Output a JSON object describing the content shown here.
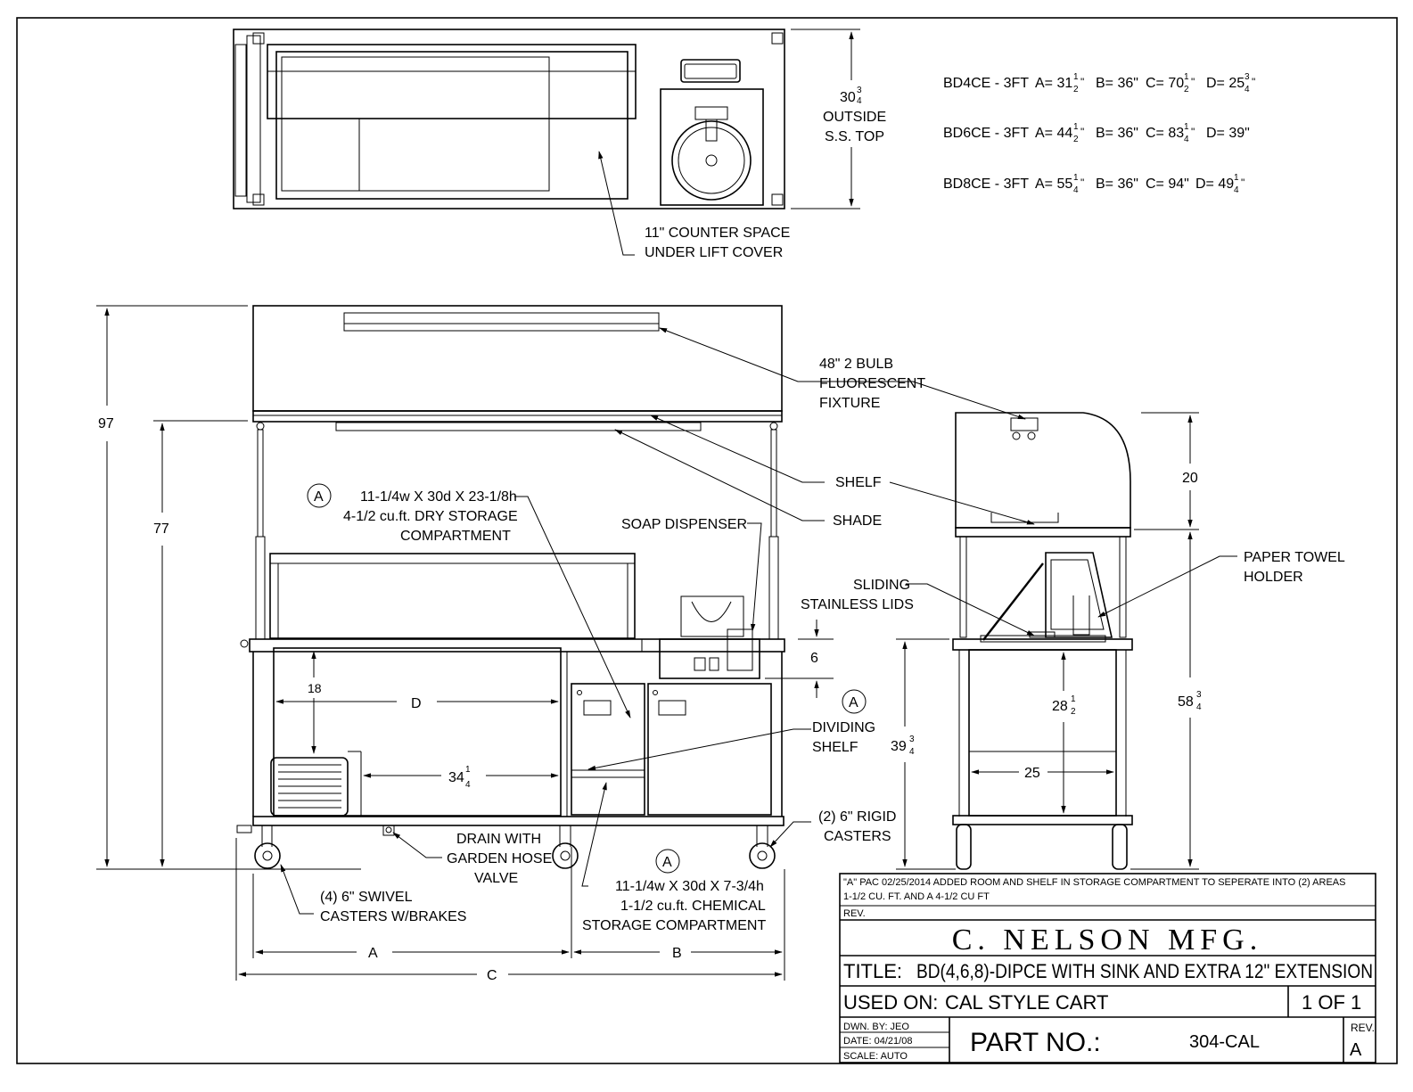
{
  "variants": [
    {
      "model": "BD4CE -  3FT",
      "a": "A= 31",
      "a_num": "1",
      "a_den": "2",
      "a_mark": "\"",
      "b": "B= 36\"",
      "c": "C= 70",
      "c_num": "1",
      "c_den": "2",
      "c_mark": "\"",
      "d": "D= 25",
      "d_num": "3",
      "d_den": "4",
      "d_mark": "\""
    },
    {
      "model": "BD6CE -  3FT",
      "a": "A= 44",
      "a_num": "1",
      "a_den": "2",
      "a_mark": "\"",
      "b": "B= 36\"",
      "c": "C= 83",
      "c_num": "1",
      "c_den": "4",
      "c_mark": "\"",
      "d": "D= 39\""
    },
    {
      "model": "BD8CE -  3FT",
      "a": "A= 55",
      "a_num": "1",
      "a_den": "4",
      "a_mark": "\"",
      "b": "B= 36\"",
      "c": "C= 94\"",
      "d": "D= 49",
      "d_num": "1",
      "d_den": "4",
      "d_mark": "\""
    }
  ],
  "top_view": {
    "outside_value": "30",
    "outside_num": "3",
    "outside_den": "4",
    "outside_line1": "OUTSIDE",
    "outside_line2": "S.S. TOP",
    "counter_line1": "11\" COUNTER SPACE",
    "counter_line2": "UNDER LIFT COVER"
  },
  "front_view": {
    "dim_97": "97",
    "dim_77": "77",
    "dim_18": "18",
    "dim_d": "D",
    "dim_34": "34",
    "dim_34_num": "1",
    "dim_34_den": "4",
    "dim_a": "A",
    "dim_b": "B",
    "dim_c": "C",
    "dim_6": "6",
    "rev_a": "A",
    "dry_line1": "11-1/4w X 30d X 23-1/8h",
    "dry_line2": "4-1/2 cu.ft. DRY STORAGE",
    "dry_line3": "COMPARTMENT",
    "soap": "SOAP DISPENSER",
    "fixture_line1": "48\" 2 BULB",
    "fixture_line2": "FLUORESCENT",
    "fixture_line3": "FIXTURE",
    "shelf": "SHELF",
    "shade": "SHADE",
    "lids_line1": "SLIDING",
    "lids_line2": "STAINLESS LIDS",
    "dividing_line1": "DIVIDING",
    "dividing_line2": "SHELF",
    "rigid_line1": "(2) 6\" RIGID",
    "rigid_line2": "CASTERS",
    "drain_line1": "DRAIN WITH",
    "drain_line2": "GARDEN HOSE",
    "drain_line3": "VALVE",
    "swivel_line1": "(4) 6\" SWIVEL",
    "swivel_line2": "CASTERS W/BRAKES",
    "chem_line1": "11-1/4w X 30d X 7-3/4h",
    "chem_line2": "1-1/2 cu.ft. CHEMICAL",
    "chem_line3": "STORAGE COMPARTMENT"
  },
  "side_view": {
    "dim_20": "20",
    "dim_58": "58",
    "dim_58_num": "3",
    "dim_58_den": "4",
    "dim_39": "39",
    "dim_39_num": "3",
    "dim_39_den": "4",
    "dim_28": "28",
    "dim_28_num": "1",
    "dim_28_den": "2",
    "dim_25": "25",
    "towel_line1": "PAPER TOWEL",
    "towel_line2": "HOLDER"
  },
  "title_block": {
    "rev_note_line1": "\"A\" PAC 02/25/2014  ADDED ROOM AND SHELF IN STORAGE COMPARTMENT TO SEPERATE INTO (2) AREAS",
    "rev_note_line2": "1-1/2 CU. FT. AND A 4-1/2 CU FT",
    "rev_label": "REV.",
    "company": "C. NELSON MFG.",
    "title_label": "TITLE:",
    "title": "BD(4,6,8)-DIPCE WITH SINK AND EXTRA 12\" EXTENSION",
    "used_label": "USED ON:",
    "used_on": "CAL STYLE CART",
    "sheet": "1 OF 1",
    "dwn": "DWN. BY:  JEO",
    "date": "DATE:  04/21/08",
    "scale": "SCALE:  AUTO",
    "part_label": "PART NO.:",
    "part_no": "304-CAL",
    "rev_box_label": "REV.",
    "rev_box_value": "A"
  }
}
